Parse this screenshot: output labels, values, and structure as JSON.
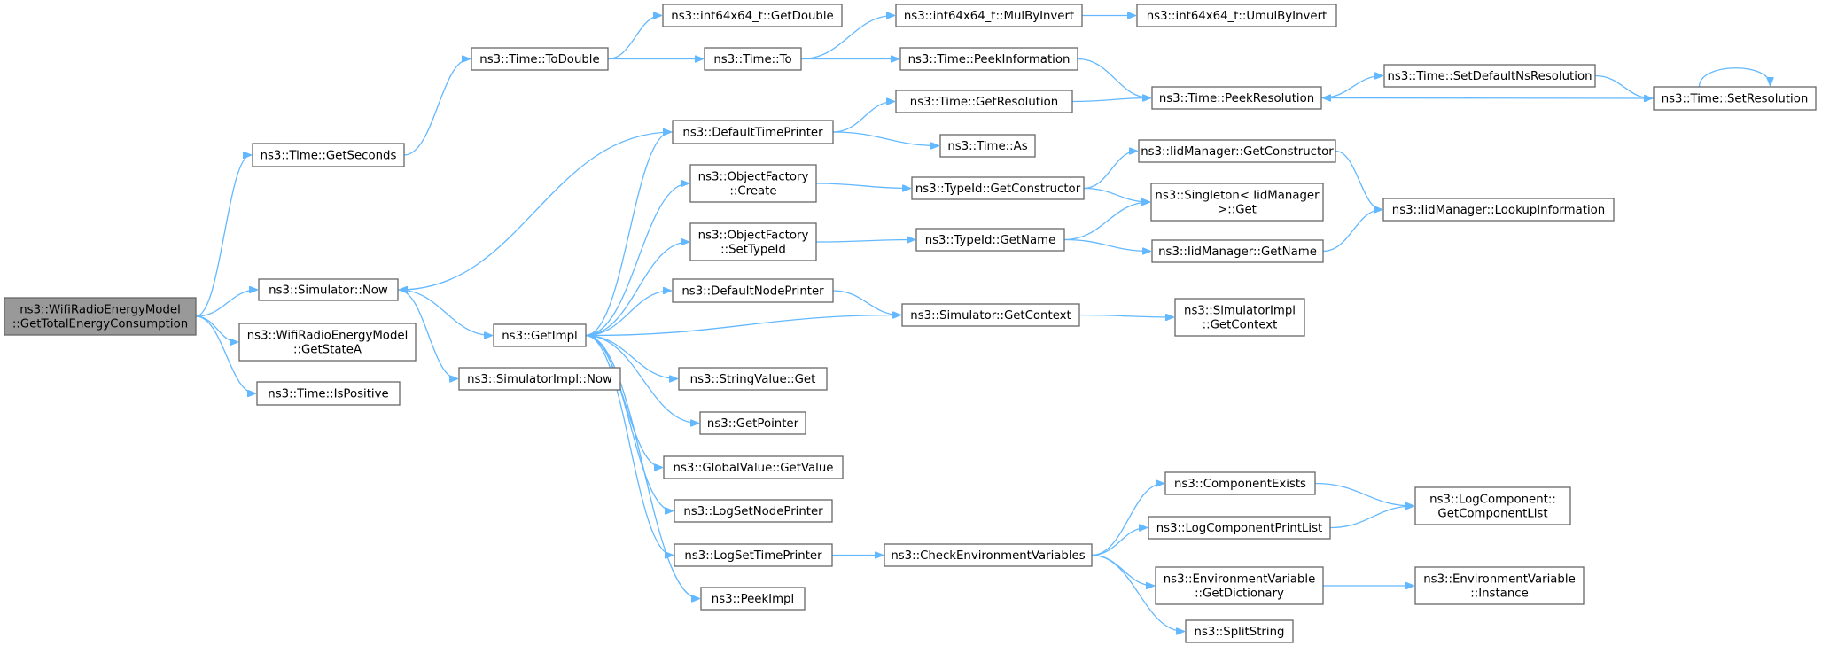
{
  "graph": {
    "edge_color": "#63b8ff",
    "root_fill": "#999999",
    "node_border": "#666666",
    "nodes": [
      {
        "id": "root",
        "lines": [
          "ns3::WifiRadioEnergyModel",
          "::GetTotalEnergyConsumption"
        ],
        "root": true
      },
      {
        "id": "getSeconds",
        "lines": [
          "ns3::Time::GetSeconds"
        ]
      },
      {
        "id": "simNow",
        "lines": [
          "ns3::Simulator::Now"
        ]
      },
      {
        "id": "getStateA",
        "lines": [
          "ns3::WifiRadioEnergyModel",
          "::GetStateA"
        ]
      },
      {
        "id": "isPositive",
        "lines": [
          "ns3::Time::IsPositive"
        ]
      },
      {
        "id": "toDouble",
        "lines": [
          "ns3::Time::ToDouble"
        ]
      },
      {
        "id": "getImpl",
        "lines": [
          "ns3::GetImpl"
        ]
      },
      {
        "id": "simImplNow",
        "lines": [
          "ns3::SimulatorImpl::Now"
        ]
      },
      {
        "id": "intGetDouble",
        "lines": [
          "ns3::int64x64_t::GetDouble"
        ]
      },
      {
        "id": "timeTo",
        "lines": [
          "ns3::Time::To"
        ]
      },
      {
        "id": "defTimePrinter",
        "lines": [
          "ns3::DefaultTimePrinter"
        ]
      },
      {
        "id": "objFactCreate",
        "lines": [
          "ns3::ObjectFactory",
          "::Create"
        ]
      },
      {
        "id": "objFactSetTypeId",
        "lines": [
          "ns3::ObjectFactory",
          "::SetTypeId"
        ]
      },
      {
        "id": "defNodePrinter",
        "lines": [
          "ns3::DefaultNodePrinter"
        ]
      },
      {
        "id": "strValueGet",
        "lines": [
          "ns3::StringValue::Get"
        ]
      },
      {
        "id": "getPointer",
        "lines": [
          "ns3::GetPointer"
        ]
      },
      {
        "id": "globalGetValue",
        "lines": [
          "ns3::GlobalValue::GetValue"
        ]
      },
      {
        "id": "logSetNodePrinter",
        "lines": [
          "ns3::LogSetNodePrinter"
        ]
      },
      {
        "id": "logSetTimePrinter",
        "lines": [
          "ns3::LogSetTimePrinter"
        ]
      },
      {
        "id": "peekImpl",
        "lines": [
          "ns3::PeekImpl"
        ]
      },
      {
        "id": "mulByInvert",
        "lines": [
          "ns3::int64x64_t::MulByInvert"
        ]
      },
      {
        "id": "peekInformation",
        "lines": [
          "ns3::Time::PeekInformation"
        ]
      },
      {
        "id": "getResolution",
        "lines": [
          "ns3::Time::GetResolution"
        ]
      },
      {
        "id": "timeAs",
        "lines": [
          "ns3::Time::As"
        ]
      },
      {
        "id": "typeIdGetConstructor",
        "lines": [
          "ns3::TypeId::GetConstructor"
        ]
      },
      {
        "id": "typeIdGetName",
        "lines": [
          "ns3::TypeId::GetName"
        ]
      },
      {
        "id": "simGetContext",
        "lines": [
          "ns3::Simulator::GetContext"
        ]
      },
      {
        "id": "checkEnv",
        "lines": [
          "ns3::CheckEnvironmentVariables"
        ]
      },
      {
        "id": "umulByInvert",
        "lines": [
          "ns3::int64x64_t::UmulByInvert"
        ]
      },
      {
        "id": "peekResolution",
        "lines": [
          "ns3::Time::PeekResolution"
        ]
      },
      {
        "id": "iidGetConstructor",
        "lines": [
          "ns3::IidManager::GetConstructor"
        ]
      },
      {
        "id": "singletonGet",
        "lines": [
          "ns3::Singleton< IidManager",
          ">::Get"
        ]
      },
      {
        "id": "iidGetName",
        "lines": [
          "ns3::IidManager::GetName"
        ]
      },
      {
        "id": "simImplGetContext",
        "lines": [
          "ns3::SimulatorImpl",
          "::GetContext"
        ]
      },
      {
        "id": "compExists",
        "lines": [
          "ns3::ComponentExists"
        ]
      },
      {
        "id": "logCompPrintList",
        "lines": [
          "ns3::LogComponentPrintList"
        ]
      },
      {
        "id": "envGetDictionary",
        "lines": [
          "ns3::EnvironmentVariable",
          "::GetDictionary"
        ]
      },
      {
        "id": "splitString",
        "lines": [
          "ns3::SplitString"
        ]
      },
      {
        "id": "setDefaultNsRes",
        "lines": [
          "ns3::Time::SetDefaultNsResolution"
        ]
      },
      {
        "id": "setResolution",
        "lines": [
          "ns3::Time::SetResolution"
        ]
      },
      {
        "id": "iidLookupInfo",
        "lines": [
          "ns3::IidManager::LookupInformation"
        ]
      },
      {
        "id": "logCompGetList",
        "lines": [
          "ns3::LogComponent::",
          "GetComponentList"
        ]
      },
      {
        "id": "envInstance",
        "lines": [
          "ns3::EnvironmentVariable",
          "::Instance"
        ]
      }
    ],
    "edges": [
      [
        "root",
        "getSeconds"
      ],
      [
        "root",
        "simNow"
      ],
      [
        "root",
        "getStateA"
      ],
      [
        "root",
        "isPositive"
      ],
      [
        "getSeconds",
        "toDouble"
      ],
      [
        "simNow",
        "getImpl"
      ],
      [
        "simNow",
        "simImplNow"
      ],
      [
        "toDouble",
        "intGetDouble"
      ],
      [
        "toDouble",
        "timeTo"
      ],
      [
        "timeTo",
        "mulByInvert"
      ],
      [
        "timeTo",
        "peekInformation"
      ],
      [
        "mulByInvert",
        "umulByInvert"
      ],
      [
        "peekInformation",
        "peekResolution"
      ],
      [
        "peekResolution",
        "setDefaultNsRes"
      ],
      [
        "setDefaultNsRes",
        "setResolution"
      ],
      [
        "setResolution",
        "peekResolution"
      ],
      [
        "setResolution",
        "setResolution"
      ],
      [
        "getImpl",
        "defTimePrinter"
      ],
      [
        "getImpl",
        "objFactCreate"
      ],
      [
        "getImpl",
        "objFactSetTypeId"
      ],
      [
        "getImpl",
        "defNodePrinter"
      ],
      [
        "getImpl",
        "strValueGet"
      ],
      [
        "getImpl",
        "getPointer"
      ],
      [
        "getImpl",
        "globalGetValue"
      ],
      [
        "getImpl",
        "logSetNodePrinter"
      ],
      [
        "getImpl",
        "logSetTimePrinter"
      ],
      [
        "getImpl",
        "peekImpl"
      ],
      [
        "defTimePrinter",
        "simNow"
      ],
      [
        "defTimePrinter",
        "getResolution"
      ],
      [
        "defTimePrinter",
        "timeAs"
      ],
      [
        "getResolution",
        "peekResolution"
      ],
      [
        "objFactCreate",
        "typeIdGetConstructor"
      ],
      [
        "objFactSetTypeId",
        "typeIdGetName"
      ],
      [
        "typeIdGetConstructor",
        "iidGetConstructor"
      ],
      [
        "typeIdGetConstructor",
        "singletonGet"
      ],
      [
        "typeIdGetName",
        "singletonGet"
      ],
      [
        "typeIdGetName",
        "iidGetName"
      ],
      [
        "iidGetConstructor",
        "iidLookupInfo"
      ],
      [
        "iidGetName",
        "iidLookupInfo"
      ],
      [
        "defNodePrinter",
        "simGetContext"
      ],
      [
        "simGetContext",
        "getImpl"
      ],
      [
        "simGetContext",
        "simImplGetContext"
      ],
      [
        "logSetTimePrinter",
        "checkEnv"
      ],
      [
        "checkEnv",
        "compExists"
      ],
      [
        "checkEnv",
        "logCompPrintList"
      ],
      [
        "checkEnv",
        "envGetDictionary"
      ],
      [
        "checkEnv",
        "splitString"
      ],
      [
        "compExists",
        "logCompGetList"
      ],
      [
        "logCompPrintList",
        "logCompGetList"
      ],
      [
        "envGetDictionary",
        "envInstance"
      ]
    ]
  }
}
